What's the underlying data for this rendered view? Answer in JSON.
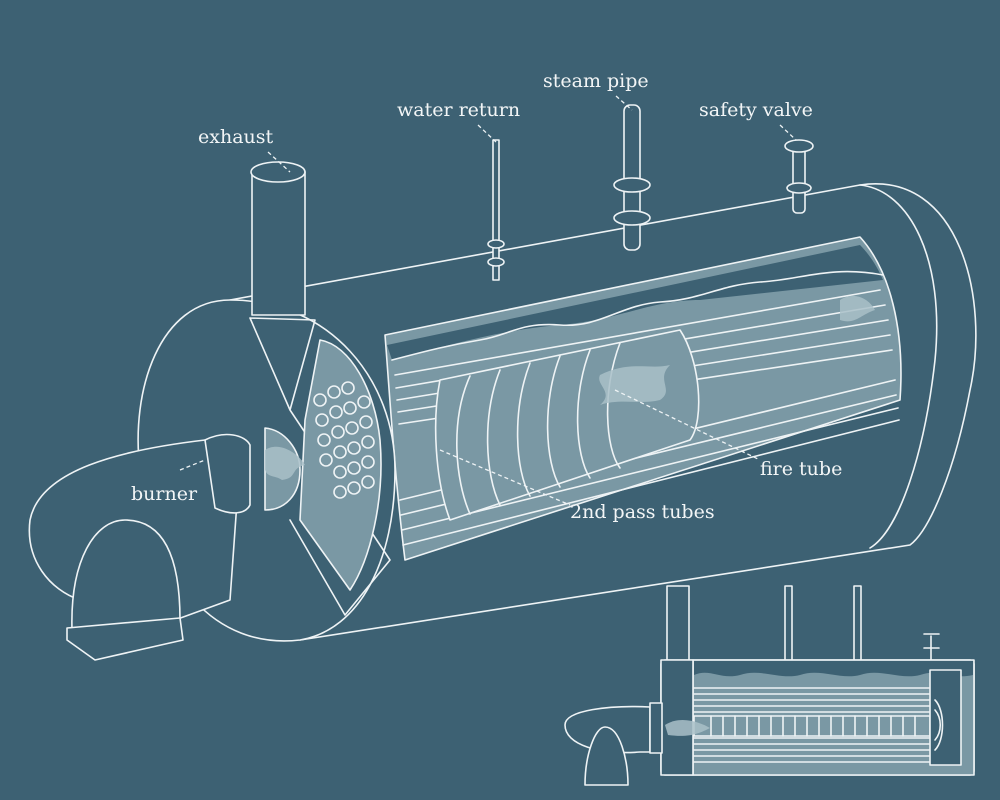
{
  "labels": {
    "exhaust": "exhaust",
    "water_return": "water return",
    "steam_pipe": "steam pipe",
    "safety_valve": "safety valve",
    "burner": "burner",
    "fire_tube": "fire tube",
    "second_pass_tubes": "2nd pass tubes"
  },
  "colors": {
    "background": "#3d6173",
    "line": "#eef3f5",
    "water": "#7a98a4"
  }
}
